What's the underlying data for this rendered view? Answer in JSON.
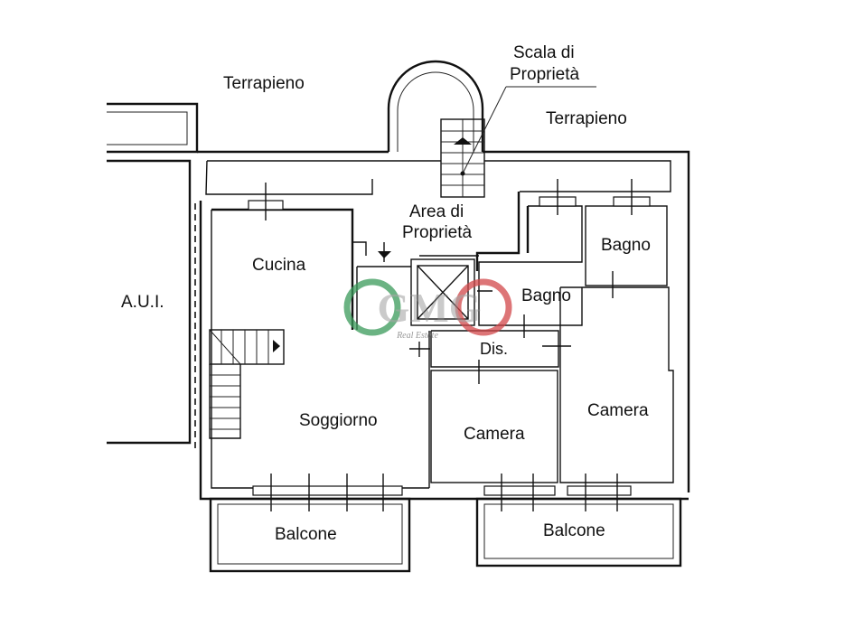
{
  "labels": {
    "terrapieno_left": "Terrapieno",
    "terrapieno_right": "Terrapieno",
    "scala_line1": "Scala di",
    "scala_line2": "Proprietà",
    "area_line1": "Area di",
    "area_line2": "Proprietà",
    "aui": "A.U.I.",
    "cucina": "Cucina",
    "soggiorno": "Soggiorno",
    "bagno_upper": "Bagno",
    "bagno_lower": "Bagno",
    "dis": "Dis.",
    "camera_center": "Camera",
    "camera_right": "Camera",
    "balcone_left": "Balcone",
    "balcone_right": "Balcone"
  },
  "watermark": {
    "logo_text": "GMG",
    "tagline": "Real Estate",
    "colors": {
      "green": "#3a9a5a",
      "red": "#d2484a"
    }
  }
}
